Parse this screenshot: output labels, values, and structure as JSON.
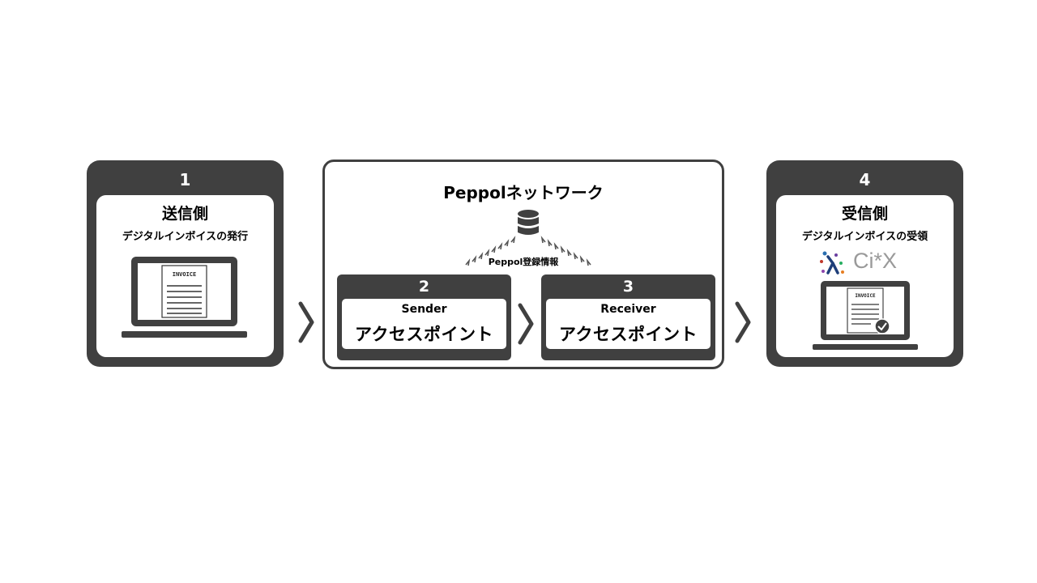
{
  "step1": {
    "number": "1",
    "title": "送信側",
    "subtitle": "デジタルインボイスの発行",
    "invoice_label": "INVOICE"
  },
  "network": {
    "title": "Peppolネットワーク",
    "registry_label": "Peppol登録情報",
    "sender": {
      "number": "2",
      "label_en": "Sender",
      "label_jp": "アクセスポイント"
    },
    "receiver": {
      "number": "3",
      "label_en": "Receiver",
      "label_jp": "アクセスポイント"
    }
  },
  "step4": {
    "number": "4",
    "title": "受信側",
    "subtitle": "デジタルインボイスの受領",
    "logo_text": "Ci*X",
    "invoice_label": "INVOICE"
  },
  "colors": {
    "dark": "#404040",
    "logo_gray": "#9a9a9a"
  },
  "icons": [
    "laptop-icon",
    "database-icon",
    "chevron-right-icon",
    "check-badge-icon"
  ]
}
